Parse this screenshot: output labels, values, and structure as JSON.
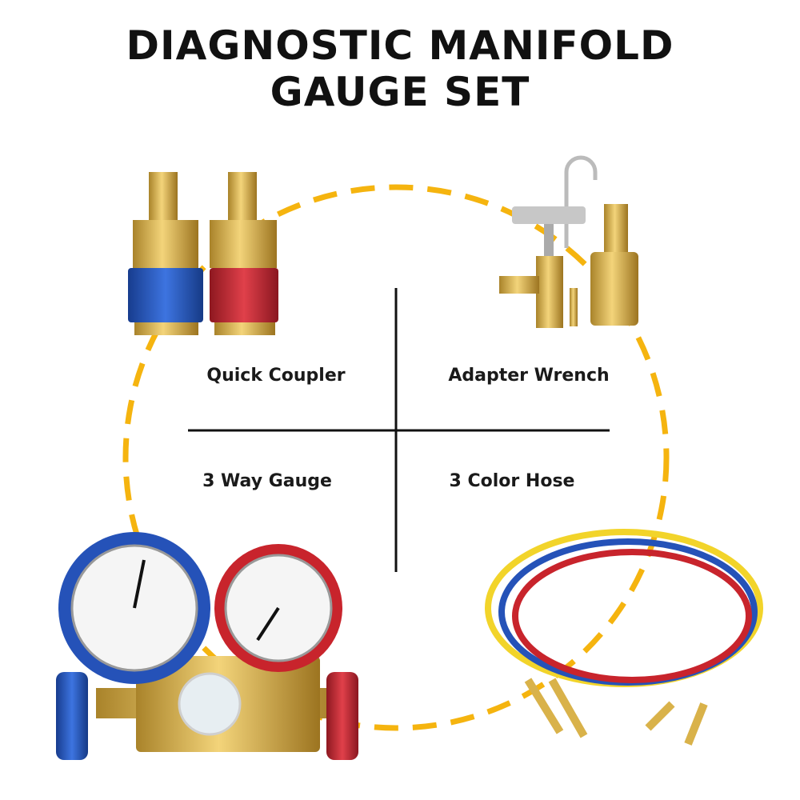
{
  "title": {
    "line1": "DIAGNOSTIC MANIFOLD",
    "line2": "GAUGE SET"
  },
  "quadrants": {
    "top_left": "Quick Coupler",
    "top_right": "Adapter Wrench",
    "bottom_left": "3 Way Gauge",
    "bottom_right": "3 Color Hose"
  },
  "colors": {
    "dash": "#f5b40f",
    "brass": "#d9b24a",
    "blue": "#2552b8",
    "red": "#c8242c",
    "yellow": "#f2d42a"
  }
}
